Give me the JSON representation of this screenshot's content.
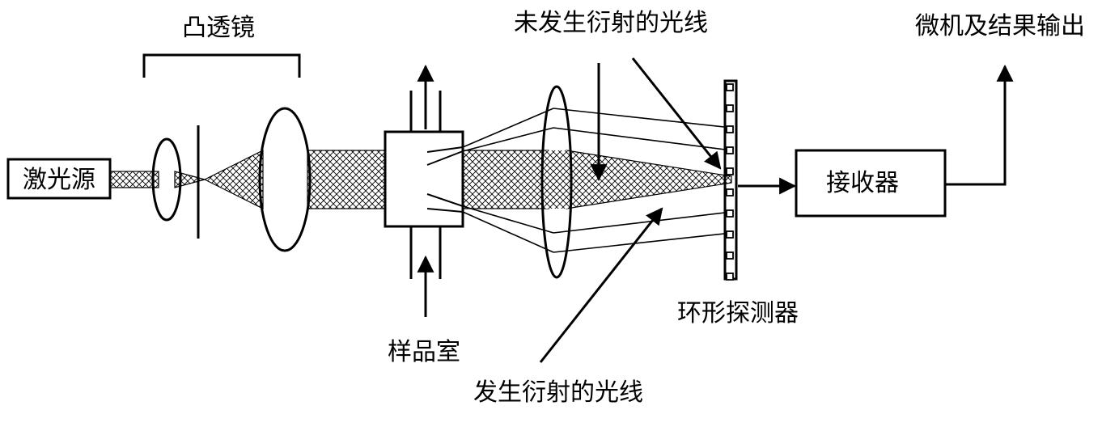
{
  "labels": {
    "laser_source": "激光源",
    "convex_lens": "凸透镜",
    "sample_chamber": "样品室",
    "undiffracted_light": "未发生衍射的光线",
    "diffracted_light": "发生衍射的光线",
    "ring_detector": "环形探测器",
    "receiver": "接收器",
    "output": "微机及结果输出"
  },
  "colors": {
    "stroke": "#000000",
    "background": "#ffffff",
    "beam_fill": "crosshatch",
    "sample_fill": "dotted"
  }
}
